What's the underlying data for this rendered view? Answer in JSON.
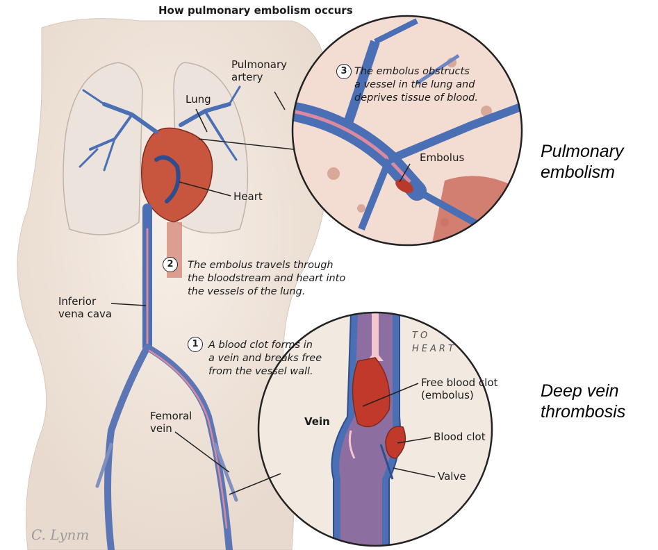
{
  "title": "How pulmonary embolism occurs",
  "labels": {
    "pulmonary_artery": [
      "Pulmonary",
      "artery"
    ],
    "lung": "Lung",
    "heart": "Heart",
    "embolus": "Embolus",
    "inferior_vena_cava": [
      "Inferior",
      "vena cava"
    ],
    "femoral_vein": [
      "Femoral",
      "vein"
    ],
    "vein": "Vein",
    "to_heart": [
      "TO",
      "HEART"
    ],
    "free_blood_clot": [
      "Free blood clot",
      "(embolus)"
    ],
    "blood_clot": "Blood clot",
    "valve": "Valve"
  },
  "steps": [
    {
      "number": "1",
      "lines": [
        "A blood clot forms in",
        "a vein and breaks free",
        "from the vessel wall."
      ]
    },
    {
      "number": "2",
      "lines": [
        "The embolus travels through",
        "the bloodstream and heart into",
        "the vessels of the lung."
      ]
    },
    {
      "number": "3",
      "lines": [
        "The embolus obstructs",
        "a vessel in the lung and",
        "deprives tissue of blood."
      ]
    }
  ],
  "side_labels": {
    "top": [
      "Pulmonary",
      "embolism"
    ],
    "bottom": [
      "Deep vein",
      "thrombosis"
    ]
  },
  "signature": "C. Lynm",
  "colors": {
    "skin": "#f2e9e1",
    "vein_blue": "#4a6fb5",
    "blood_red": "#c0392b",
    "artery_pink": "#d98aa0",
    "lung_tissue": "#f3dcd2",
    "outline": "#222222"
  }
}
